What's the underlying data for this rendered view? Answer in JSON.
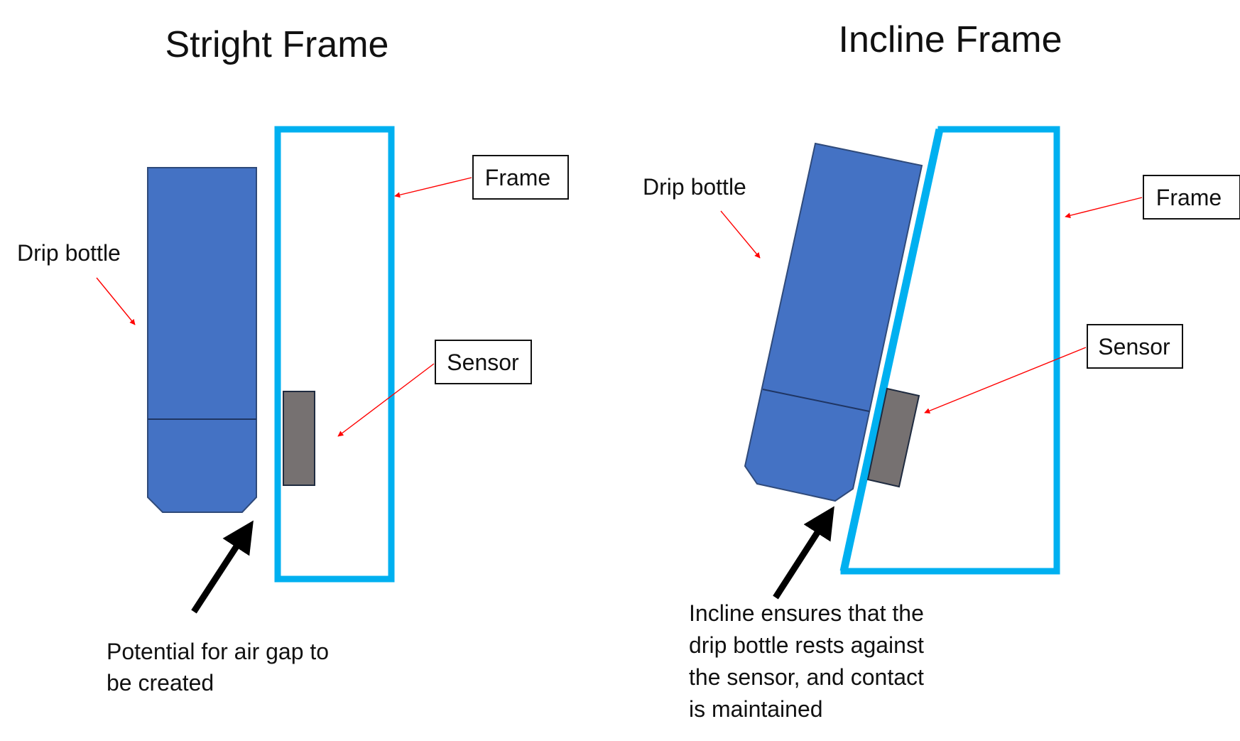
{
  "colors": {
    "frame": "#00b0f0",
    "bottle": "#4472c4",
    "sensor": "#767171",
    "arrow_red": "#ff0000",
    "arrow_black": "#000000"
  },
  "left": {
    "title": "Stright Frame",
    "frame_label": "Frame",
    "bottle_label": "Drip bottle",
    "sensor_label": "Sensor",
    "note_lines": [
      "Potential for air gap to",
      "be created"
    ]
  },
  "right": {
    "title": "Incline Frame",
    "frame_label": "Frame",
    "bottle_label": "Drip bottle",
    "sensor_label": "Sensor",
    "note_lines": [
      "Incline ensures that the",
      "drip bottle rests against",
      "the sensor, and contact",
      "is maintained"
    ]
  }
}
